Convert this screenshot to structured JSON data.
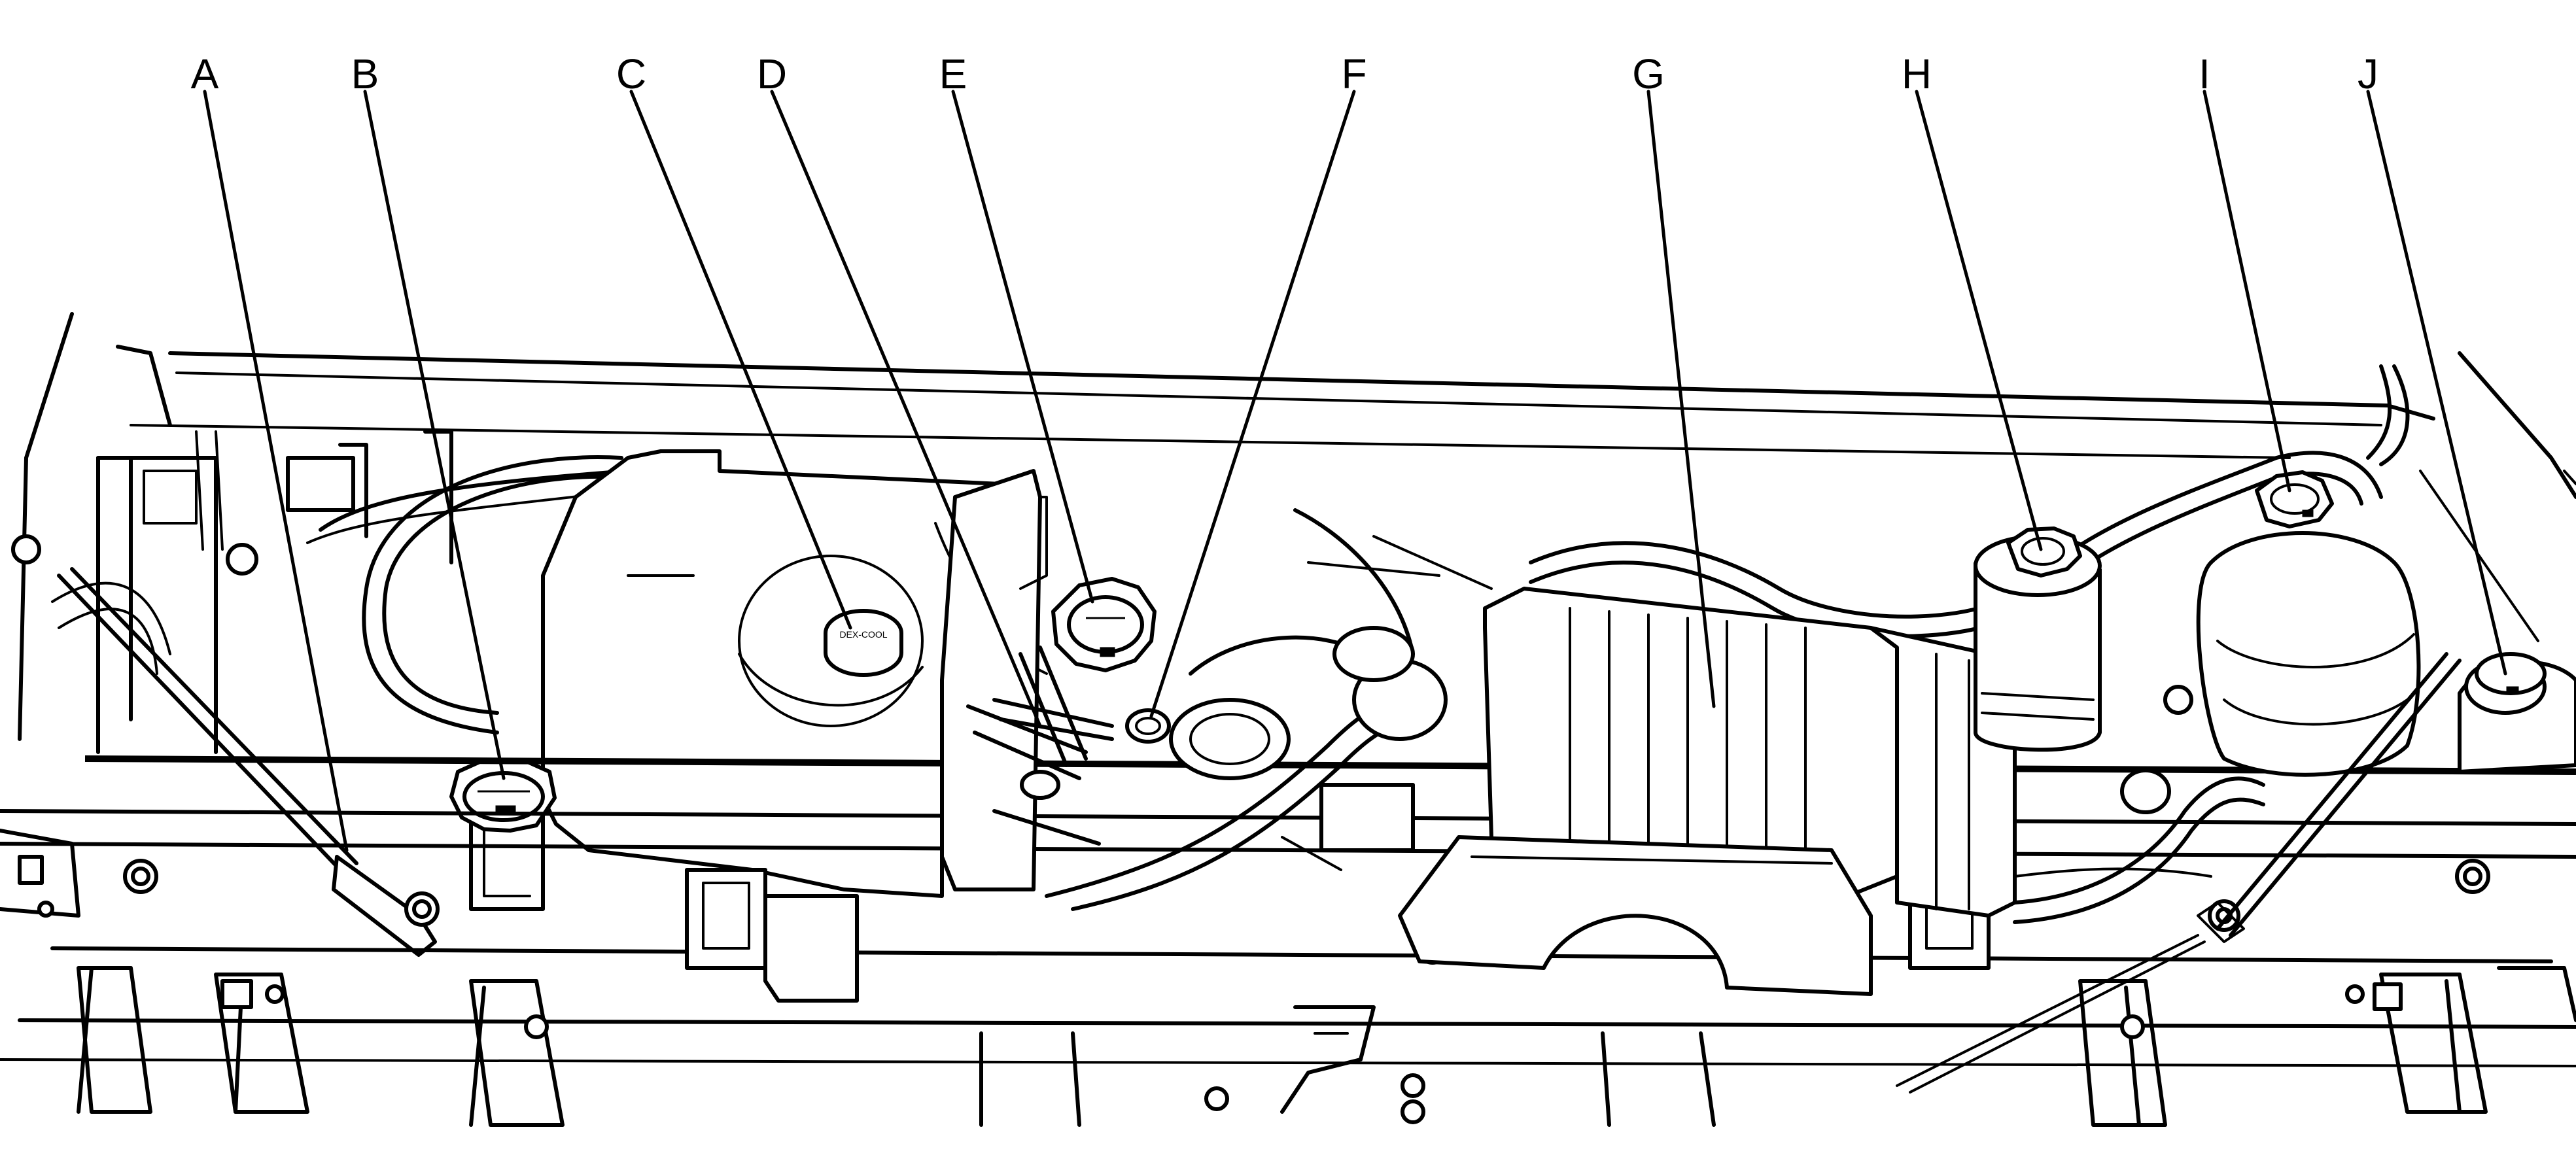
{
  "callouts": [
    {
      "id": "A",
      "label": "A"
    },
    {
      "id": "B",
      "label": "B"
    },
    {
      "id": "C",
      "label": "C"
    },
    {
      "id": "D",
      "label": "D"
    },
    {
      "id": "E",
      "label": "E"
    },
    {
      "id": "F",
      "label": "F"
    },
    {
      "id": "G",
      "label": "G"
    },
    {
      "id": "H",
      "label": "H"
    },
    {
      "id": "I",
      "label": "I"
    },
    {
      "id": "J",
      "label": "J"
    }
  ],
  "colors": {
    "line": "#000000",
    "background": "#ffffff"
  }
}
